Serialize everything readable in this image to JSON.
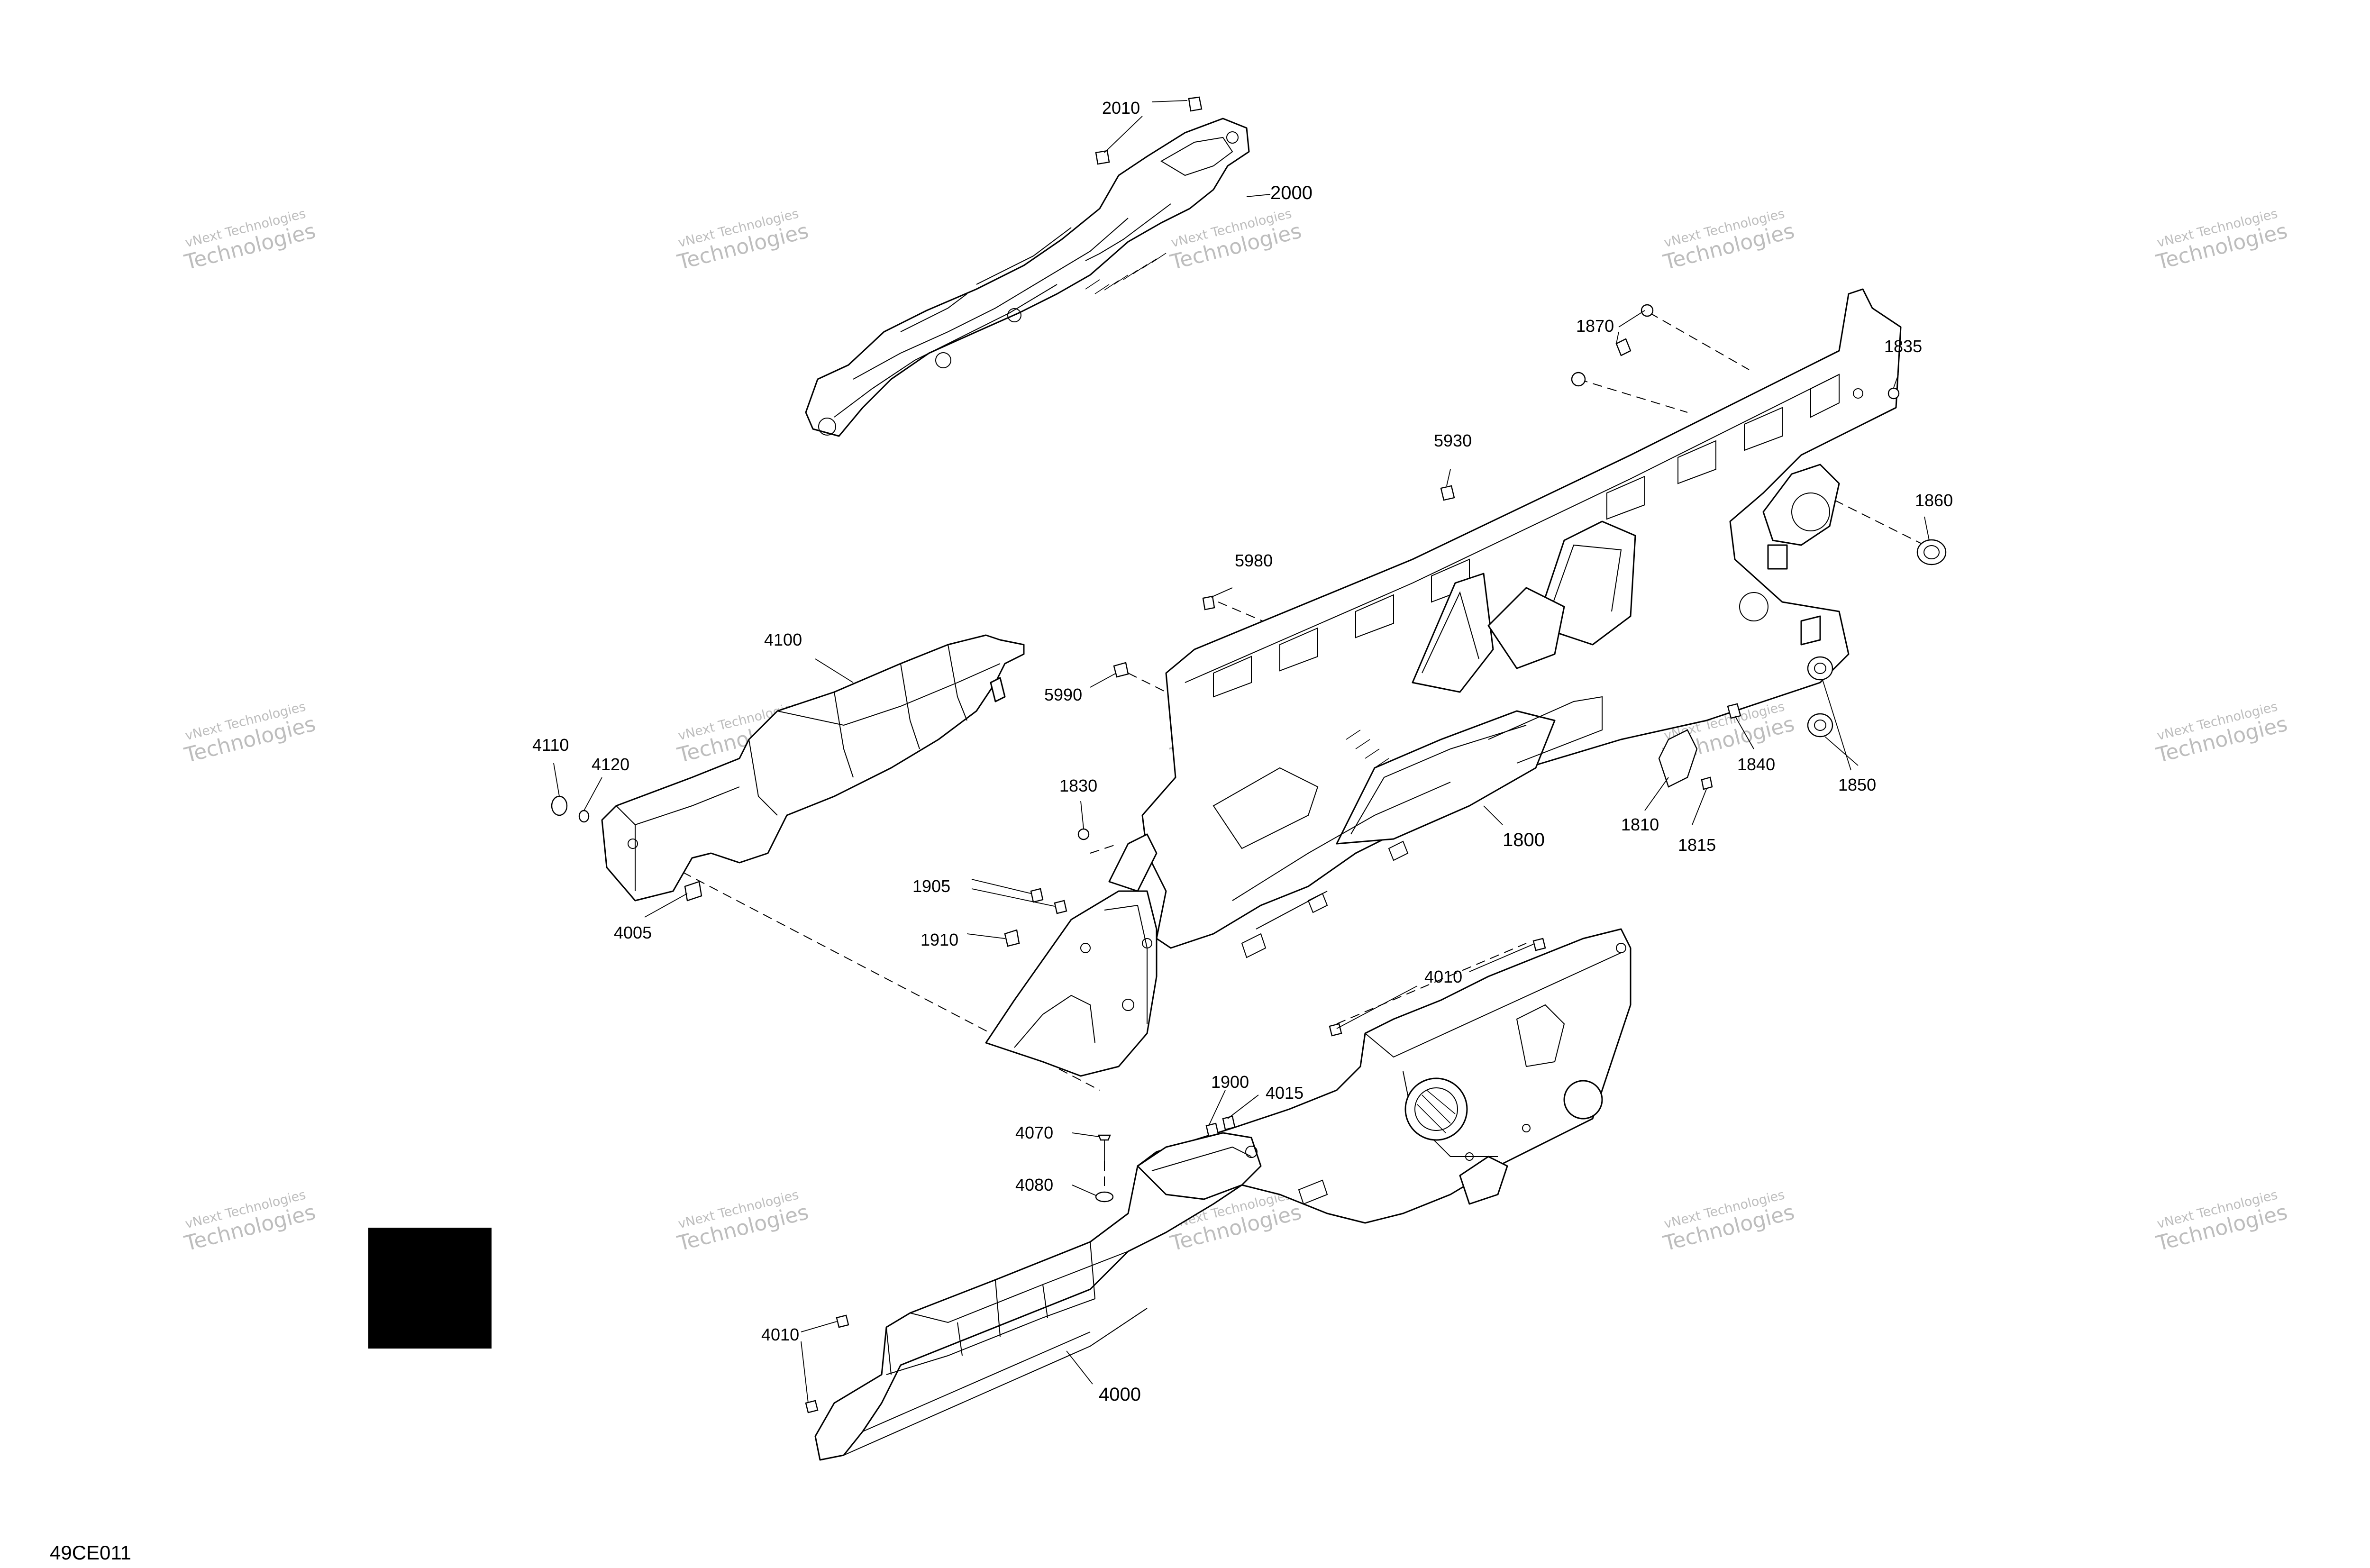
{
  "diagram_code": "49CE011",
  "watermark": {
    "line1": "vNext Technologies",
    "line2": "Technologies"
  },
  "labels": {
    "p2010": "2010",
    "p2000": "2000",
    "p1870": "1870",
    "p1835": "1835",
    "p5930": "5930",
    "p1860": "1860",
    "p5980": "5980",
    "p4100": "4100",
    "p5990": "5990",
    "p4110": "4110",
    "p4120": "4120",
    "p1830": "1830",
    "p1840": "1840",
    "p1850": "1850",
    "p1810": "1810",
    "p1815": "1815",
    "p1800": "1800",
    "p4005": "4005",
    "p1905": "1905",
    "p1910": "1910",
    "p4010a": "4010",
    "p1900": "1900",
    "p4015": "4015",
    "p4070": "4070",
    "p4080": "4080",
    "p4010b": "4010",
    "p4000": "4000"
  }
}
